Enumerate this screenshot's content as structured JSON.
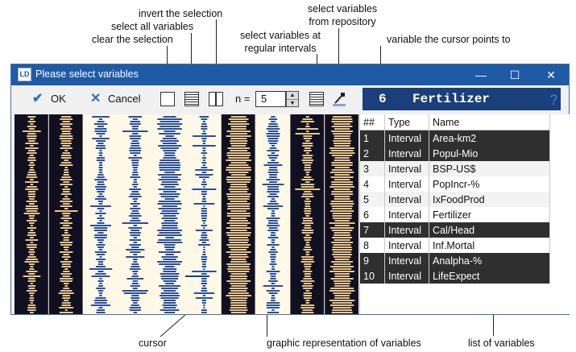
{
  "annotations": {
    "invert": "invert the selection",
    "select_all": "select all variables",
    "clear": "clear the selection",
    "from_repo_1": "select variables",
    "from_repo_2": "from repository",
    "regular_1": "select variables at",
    "regular_2": "regular intervals",
    "cursor_points": "variable the cursor points to",
    "cursor": "cursor",
    "graphic": "graphic representation of variables",
    "list": "list of variables"
  },
  "window": {
    "title": "Please select variables",
    "minimize": "—",
    "maximize": "☐",
    "close": "✕"
  },
  "toolbar": {
    "ok_label": "OK",
    "cancel_label": "Cancel",
    "n_label": "n =",
    "n_value": "5",
    "cursor_var_num": "6",
    "cursor_var_name": "Fertilizer",
    "help": "?"
  },
  "table": {
    "headers": [
      "##",
      "Type",
      "Name"
    ],
    "rows": [
      {
        "num": "1",
        "type": "Interval",
        "name": "Area-km2",
        "selected": true
      },
      {
        "num": "2",
        "type": "Interval",
        "name": "Popul-Mio",
        "selected": true
      },
      {
        "num": "3",
        "type": "Interval",
        "name": "BSP-US$",
        "selected": false
      },
      {
        "num": "4",
        "type": "Interval",
        "name": "PopIncr-%",
        "selected": false
      },
      {
        "num": "5",
        "type": "Interval",
        "name": "IxFoodProd",
        "selected": false
      },
      {
        "num": "6",
        "type": "Interval",
        "name": "Fertilizer",
        "selected": false
      },
      {
        "num": "7",
        "type": "Interval",
        "name": "Cal/Head",
        "selected": true
      },
      {
        "num": "8",
        "type": "Interval",
        "name": "Inf.Mortal",
        "selected": false
      },
      {
        "num": "9",
        "type": "Interval",
        "name": "Analpha-%",
        "selected": true
      },
      {
        "num": "10",
        "type": "Interval",
        "name": "LifeExpect",
        "selected": true
      }
    ]
  },
  "colors": {
    "selected_column_bg": "#101020",
    "selected_bar": "#e8c68e",
    "unselected_bar": "#2a4f9a",
    "panel_bg": "#fdf9e6"
  }
}
